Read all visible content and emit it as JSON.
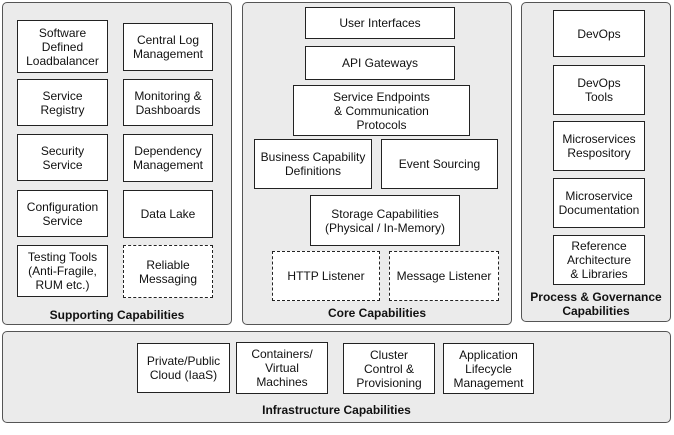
{
  "supporting": {
    "title": "Supporting  Capabilities",
    "items": [
      "Software\nDefined\nLoadbalancer",
      "Central Log\nManagement",
      "Service\nRegistry",
      "Monitoring &\nDashboards",
      "Security\nService",
      "Dependency\nManagement",
      "Configuration\nService",
      "Data Lake",
      "Testing Tools\n(Anti-Fragile,\nRUM etc.)",
      "Reliable\nMessaging"
    ]
  },
  "core": {
    "title": "Core Capabilities",
    "items": [
      "User Interfaces",
      "API Gateways",
      "Service Endpoints\n& Communication\nProtocols",
      "Business Capability\nDefinitions",
      "Event Sourcing",
      "Storage Capabilities\n(Physical / In-Memory)",
      "HTTP Listener",
      "Message Listener"
    ]
  },
  "process": {
    "title": "Process & Governance\nCapabilities",
    "items": [
      "DevOps",
      "DevOps\nTools",
      "Microservices\nRespository",
      "Microservice\nDocumentation",
      "Reference\nArchitecture\n& Libraries"
    ]
  },
  "infrastructure": {
    "title": "Infrastructure  Capabilities",
    "items": [
      "Private/Public\nCloud (IaaS)",
      "Containers/\nVirtual\nMachines",
      "Cluster\nControl &\nProvisioning",
      "Application\nLifecycle\nManagement"
    ]
  }
}
